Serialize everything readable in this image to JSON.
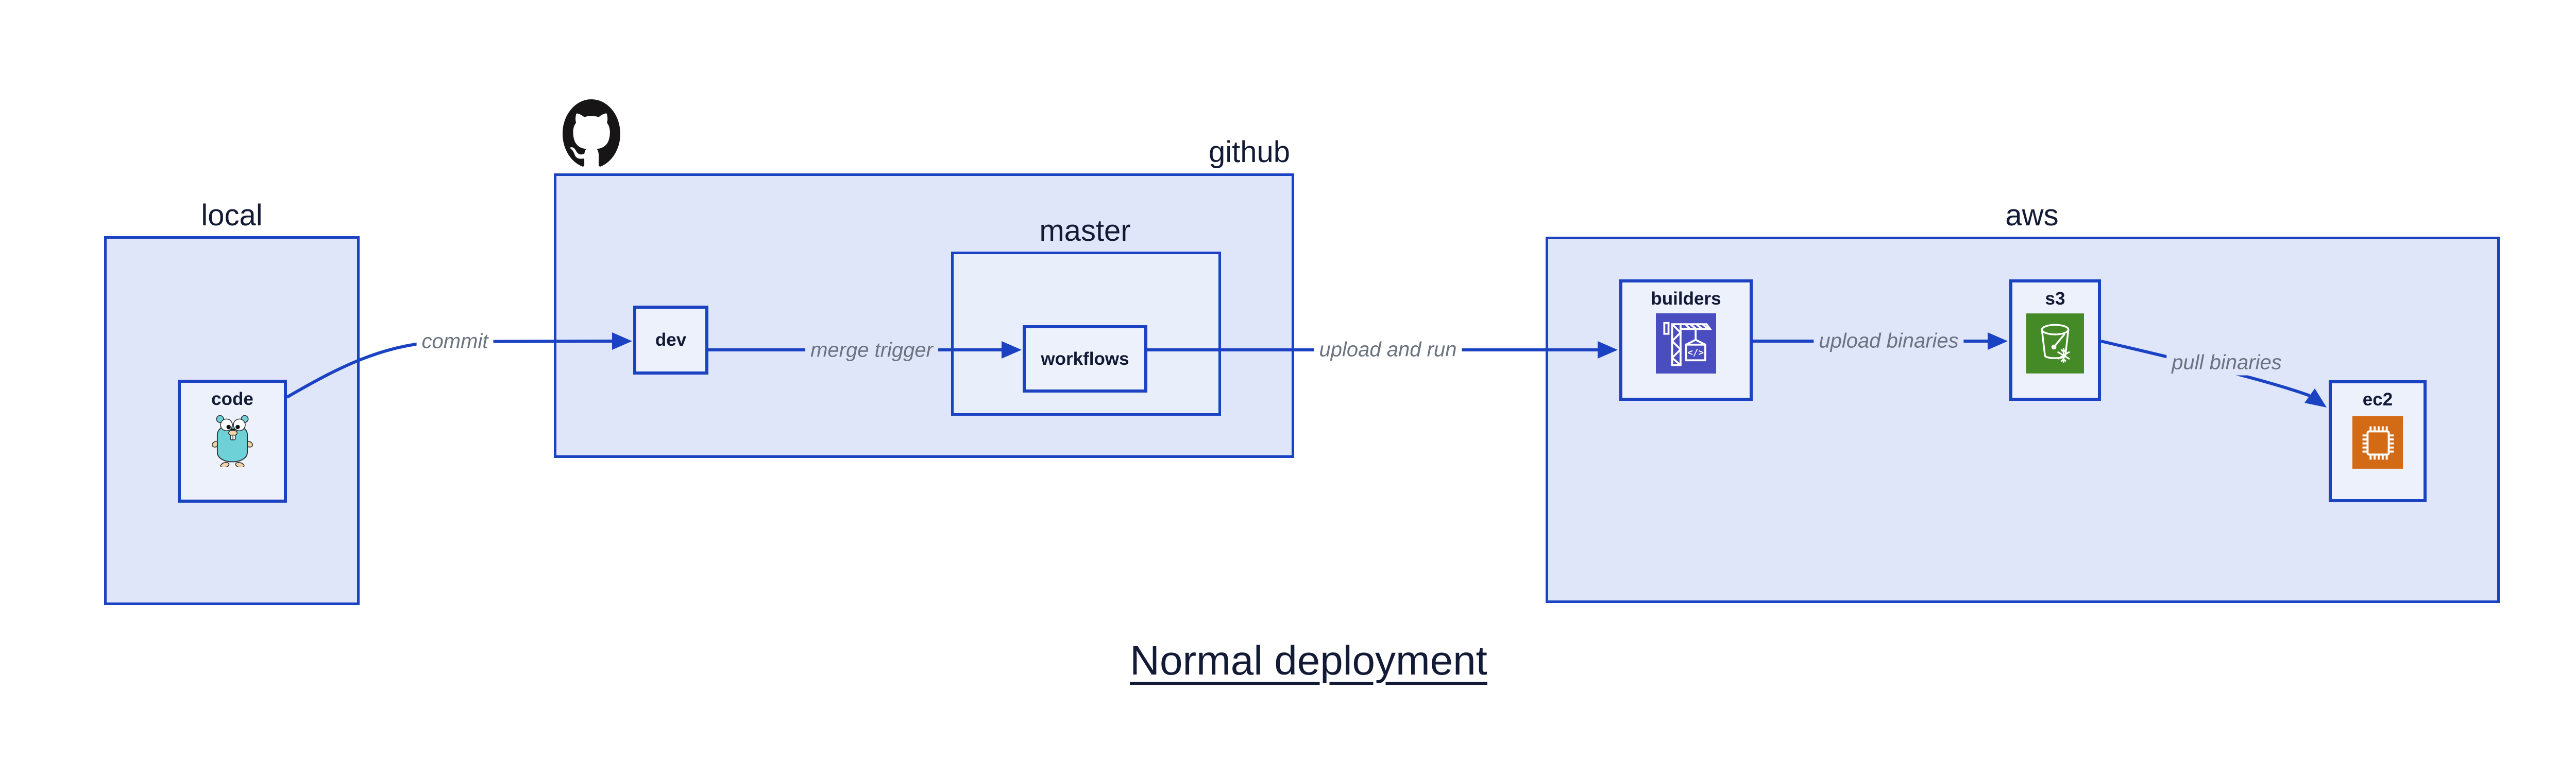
{
  "title": "Normal deployment",
  "containers": {
    "local": {
      "label": "local"
    },
    "github": {
      "label": "github"
    },
    "master": {
      "label": "master"
    },
    "aws": {
      "label": "aws"
    }
  },
  "nodes": {
    "code": {
      "label": "code",
      "icon": "go-gopher-icon"
    },
    "dev": {
      "label": "dev"
    },
    "workflows": {
      "label": "workflows"
    },
    "builders": {
      "label": "builders",
      "icon": "codebuild-crane-icon"
    },
    "s3": {
      "label": "s3",
      "icon": "s3-bucket-snowflake-icon"
    },
    "ec2": {
      "label": "ec2",
      "icon": "ec2-chip-icon"
    }
  },
  "edges": [
    {
      "from": "code",
      "to": "dev",
      "label": "commit"
    },
    {
      "from": "dev",
      "to": "workflows",
      "label": "merge trigger"
    },
    {
      "from": "workflows",
      "to": "builders",
      "label": "upload and run"
    },
    {
      "from": "builders",
      "to": "s3",
      "label": "upload binaries"
    },
    {
      "from": "s3",
      "to": "ec2",
      "label": "pull binaries"
    }
  ],
  "icons": {
    "github_logo": "github-octocat-icon"
  },
  "colors": {
    "diagram_blue": "#1a42c2",
    "container_fill": "#dfe6f9",
    "node_fill": "#edf1fc",
    "dark_text": "#131a35",
    "edge_label_gray": "#6b7280",
    "builders_tile": "#4a4dc0",
    "s3_tile": "#448a26",
    "ec2_tile": "#d26a16",
    "gopher_teal": "#6fd1d8",
    "github_black": "#171515"
  }
}
